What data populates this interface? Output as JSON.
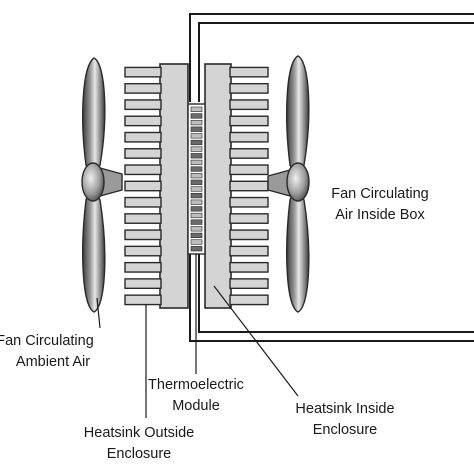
{
  "labels": {
    "fan_inside_line1": "Fan Circulating",
    "fan_inside_line2": "Air Inside Box",
    "fan_ambient_line1": "Fan Circulating",
    "fan_ambient_line2": "Ambient Air",
    "module_line1": "Thermoelectric",
    "module_line2": "Module",
    "hs_outside_line1": "Heatsink Outside",
    "hs_outside_line2": "Enclosure",
    "hs_inside_line1": "Heatsink Inside",
    "hs_inside_line2": "Enclosure"
  },
  "components": {
    "outer_fins": 15,
    "inner_fins": 15,
    "module_cells": 22
  },
  "colors": {
    "fin_fill": "#d4d4d4",
    "fin_stroke": "#2a2a2a",
    "blade_light": "#e6e6e6",
    "blade_dark": "#4a4a4a",
    "enclosure": "#1a1a1a"
  }
}
